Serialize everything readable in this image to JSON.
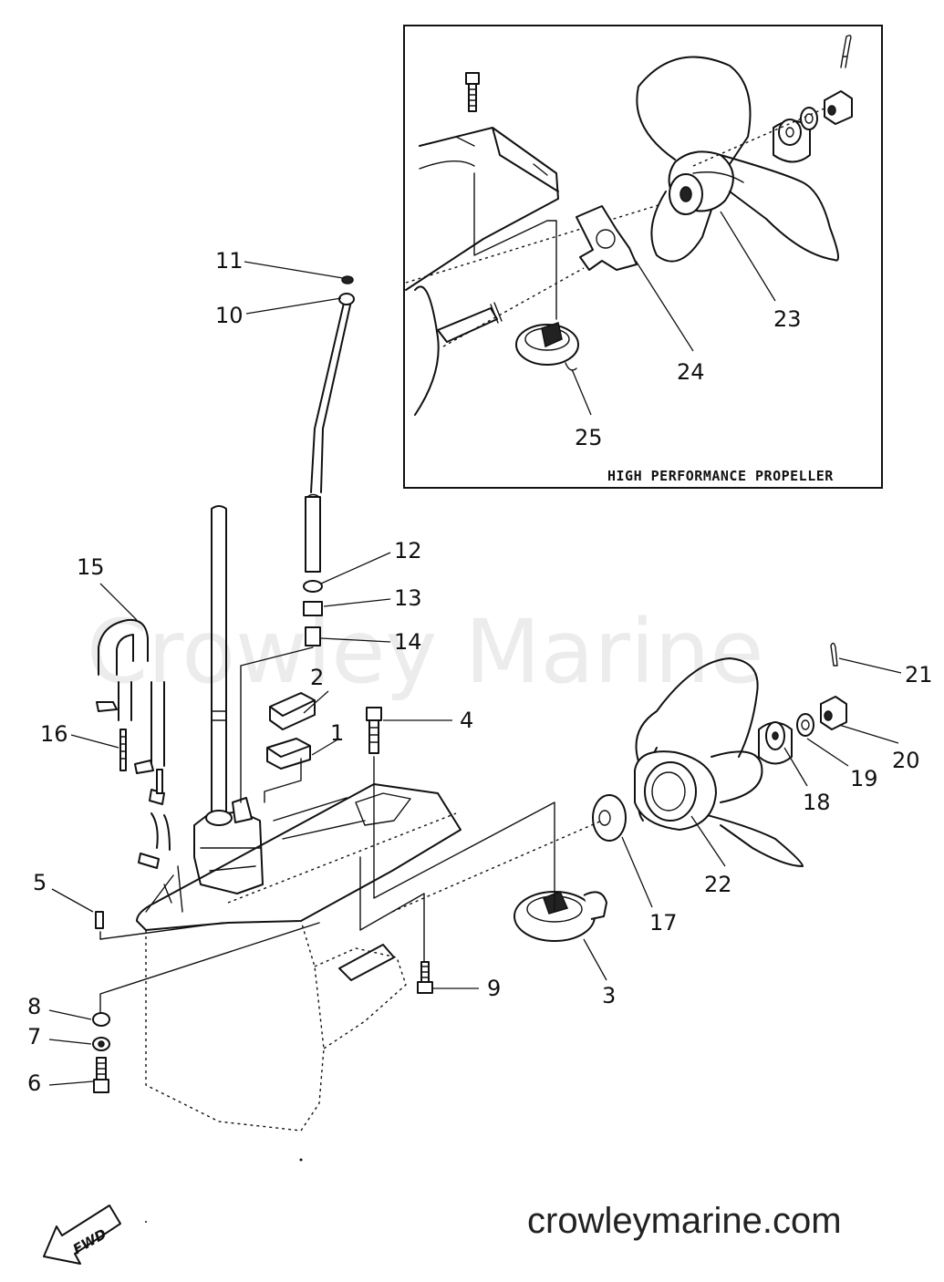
{
  "watermark": "Crowley Marine",
  "website": "crowleymarine.com",
  "fwd_label": "FWD",
  "inset": {
    "title": "HIGH PERFORMANCE PROPELLER"
  },
  "callouts": {
    "c1": "1",
    "c2": "2",
    "c3": "3",
    "c4": "4",
    "c5": "5",
    "c6": "6",
    "c7": "7",
    "c8": "8",
    "c9": "9",
    "c10": "10",
    "c11": "11",
    "c12": "12",
    "c13": "13",
    "c14": "14",
    "c15": "15",
    "c16": "16",
    "c17": "17",
    "c18": "18",
    "c19": "19",
    "c20": "20",
    "c21": "21",
    "c22": "22",
    "c23": "23",
    "c24": "24",
    "c25": "25"
  }
}
